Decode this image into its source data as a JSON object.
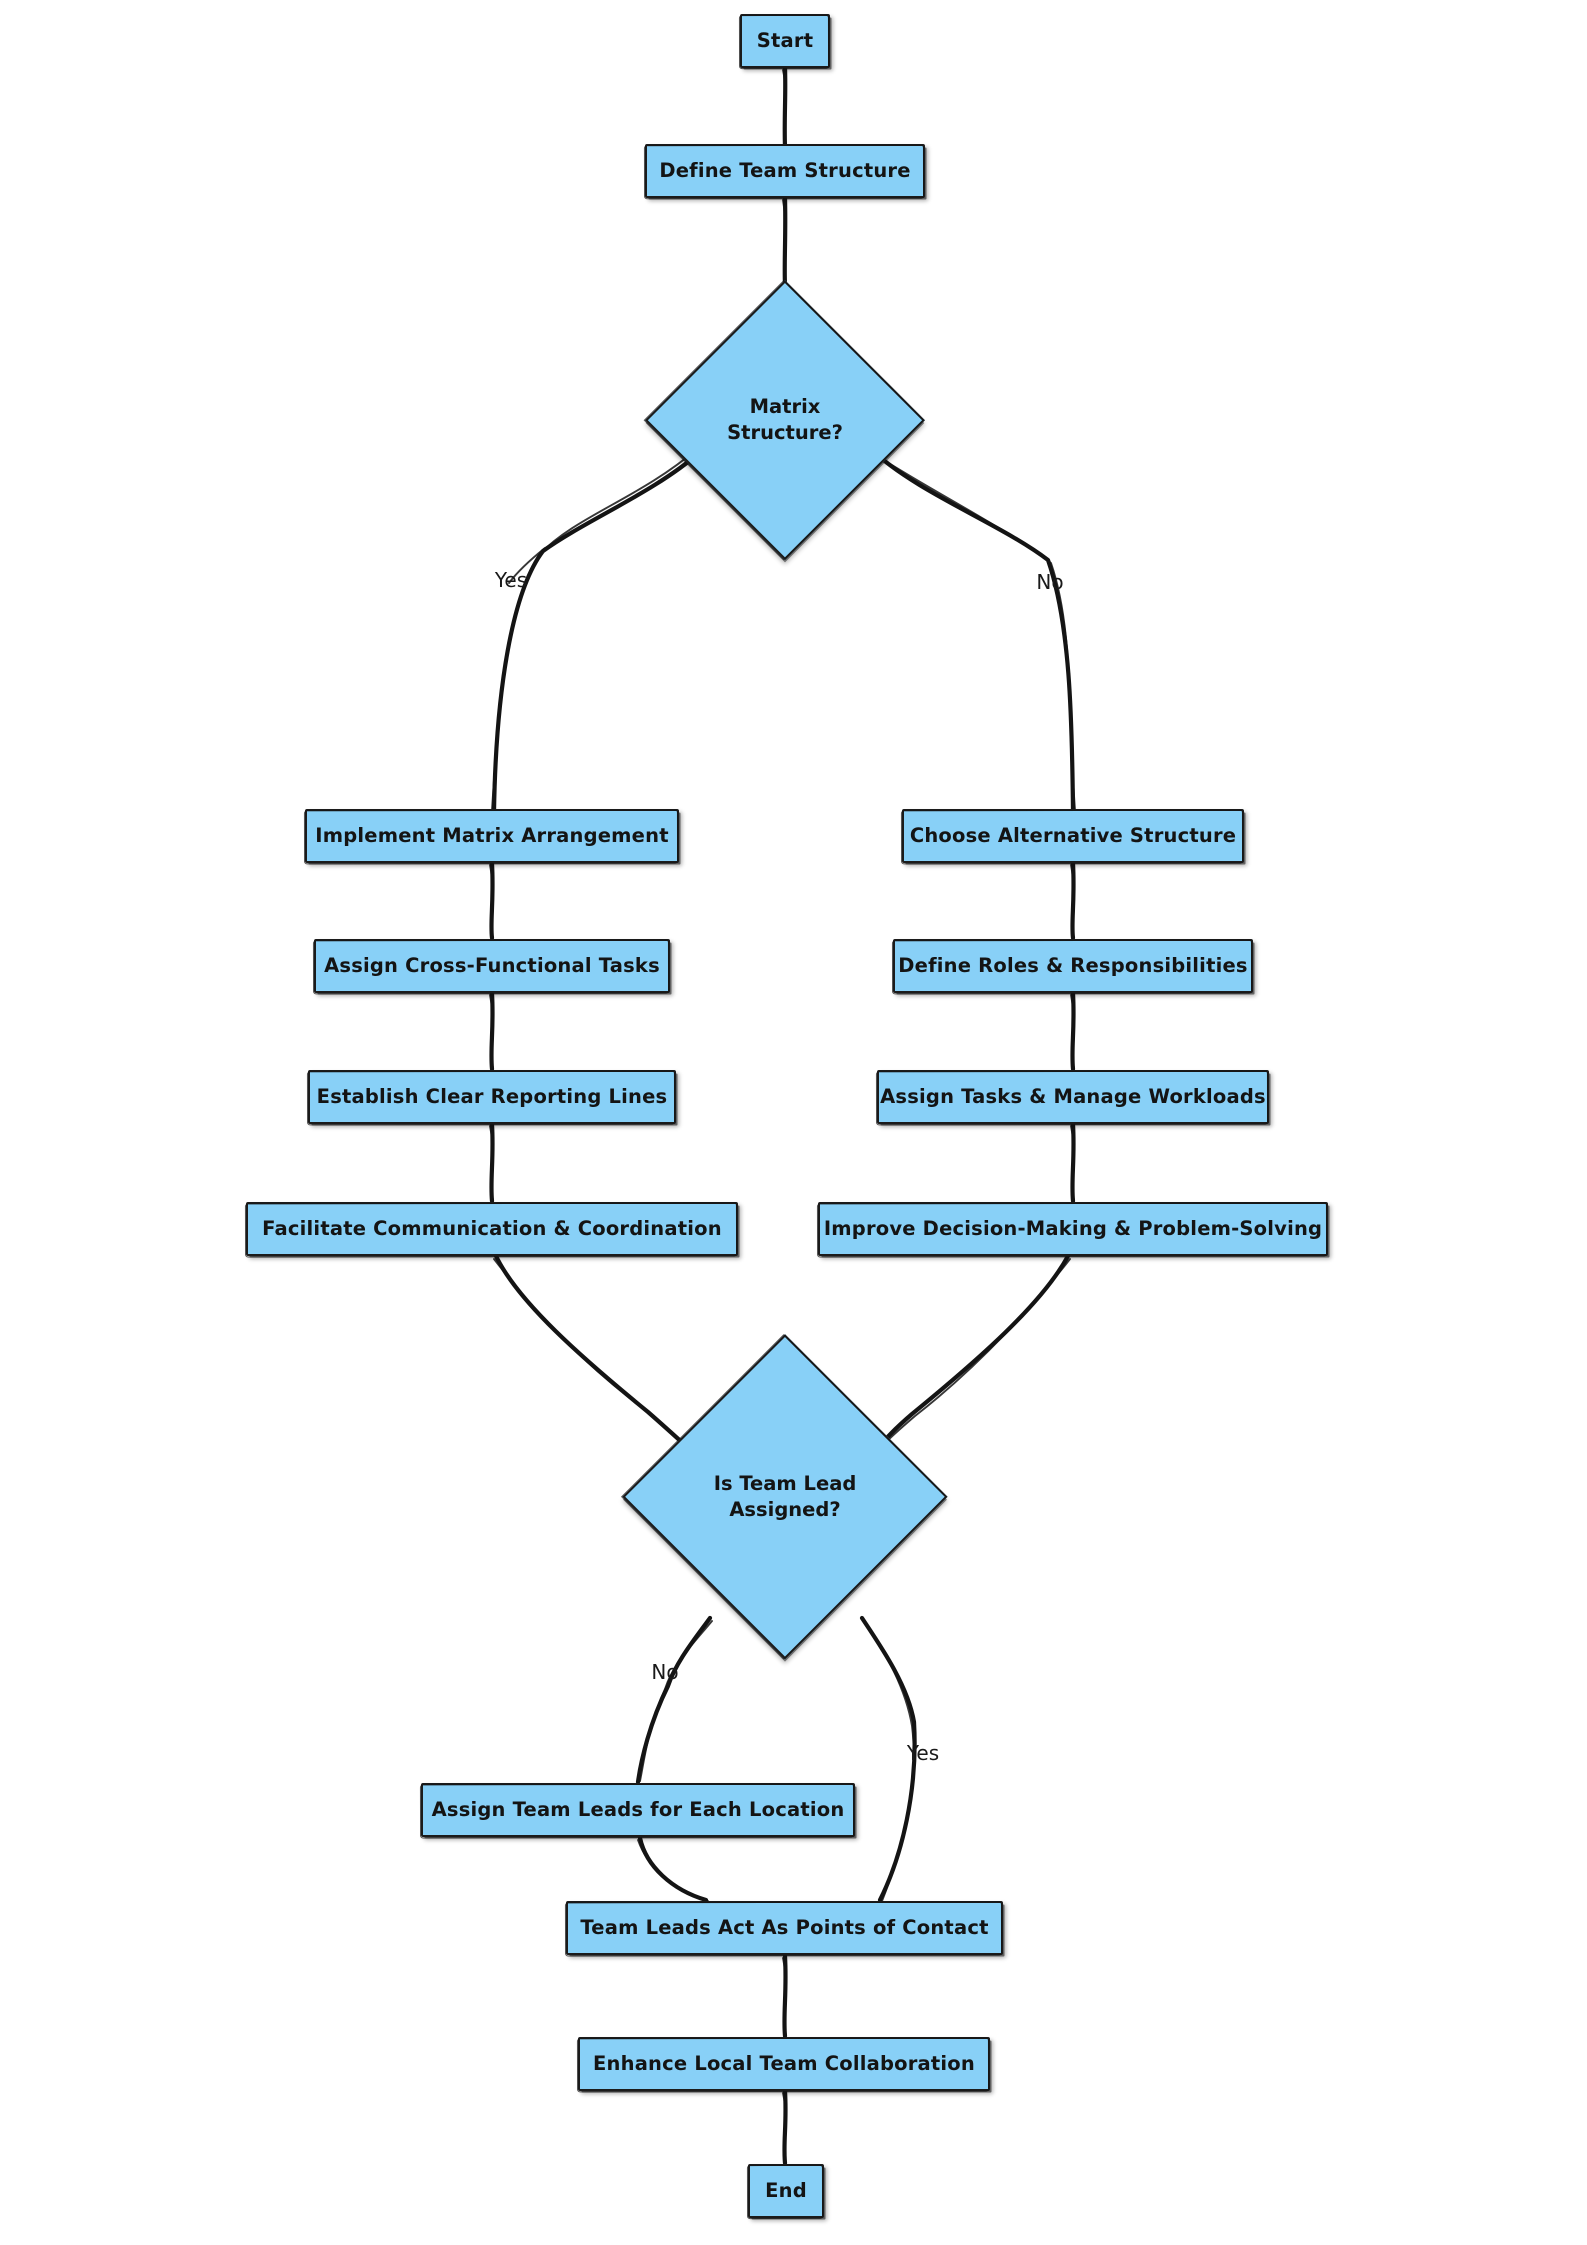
{
  "diagram": {
    "type": "flowchart",
    "orientation": "top-down",
    "style": "hand-drawn-sketch",
    "colors": {
      "node_fill": "#88D0F7",
      "node_stroke": "#1b1b1b",
      "edge_stroke": "#141414",
      "text": "#141414",
      "background": "#ffffff"
    },
    "nodes": [
      {
        "id": "start",
        "shape": "rect",
        "label": "Start"
      },
      {
        "id": "define_team",
        "shape": "rect",
        "label": "Define Team Structure"
      },
      {
        "id": "matrix_q",
        "shape": "diamond",
        "label": "Matrix\nStructure?"
      },
      {
        "id": "impl_matrix",
        "shape": "rect",
        "label": "Implement Matrix Arrangement"
      },
      {
        "id": "cross_tasks",
        "shape": "rect",
        "label": "Assign Cross-Functional Tasks"
      },
      {
        "id": "reporting",
        "shape": "rect",
        "label": "Establish Clear Reporting Lines"
      },
      {
        "id": "facilitate",
        "shape": "rect",
        "label": "Facilitate Communication & Coordination"
      },
      {
        "id": "choose_alt",
        "shape": "rect",
        "label": "Choose Alternative Structure"
      },
      {
        "id": "define_roles",
        "shape": "rect",
        "label": "Define Roles & Responsibilities"
      },
      {
        "id": "assign_tasks",
        "shape": "rect",
        "label": "Assign Tasks & Manage Workloads"
      },
      {
        "id": "improve_dec",
        "shape": "rect",
        "label": "Improve Decision-Making & Problem-Solving"
      },
      {
        "id": "lead_q",
        "shape": "diamond",
        "label": "Is Team Lead\nAssigned?"
      },
      {
        "id": "assign_leads",
        "shape": "rect",
        "label": "Assign Team Leads for Each Location"
      },
      {
        "id": "points_contact",
        "shape": "rect",
        "label": "Team Leads Act As Points of Contact"
      },
      {
        "id": "enhance_collab",
        "shape": "rect",
        "label": "Enhance Local Team Collaboration"
      },
      {
        "id": "end",
        "shape": "rect",
        "label": "End"
      }
    ],
    "edges": [
      {
        "from": "start",
        "to": "define_team",
        "label": ""
      },
      {
        "from": "define_team",
        "to": "matrix_q",
        "label": ""
      },
      {
        "from": "matrix_q",
        "to": "impl_matrix",
        "label": "Yes"
      },
      {
        "from": "matrix_q",
        "to": "choose_alt",
        "label": "No"
      },
      {
        "from": "impl_matrix",
        "to": "cross_tasks",
        "label": ""
      },
      {
        "from": "cross_tasks",
        "to": "reporting",
        "label": ""
      },
      {
        "from": "reporting",
        "to": "facilitate",
        "label": ""
      },
      {
        "from": "choose_alt",
        "to": "define_roles",
        "label": ""
      },
      {
        "from": "define_roles",
        "to": "assign_tasks",
        "label": ""
      },
      {
        "from": "assign_tasks",
        "to": "improve_dec",
        "label": ""
      },
      {
        "from": "facilitate",
        "to": "lead_q",
        "label": ""
      },
      {
        "from": "improve_dec",
        "to": "lead_q",
        "label": ""
      },
      {
        "from": "lead_q",
        "to": "assign_leads",
        "label": "No"
      },
      {
        "from": "lead_q",
        "to": "points_contact",
        "label": "Yes"
      },
      {
        "from": "assign_leads",
        "to": "points_contact",
        "label": ""
      },
      {
        "from": "points_contact",
        "to": "enhance_collab",
        "label": ""
      },
      {
        "from": "enhance_collab",
        "to": "end",
        "label": ""
      }
    ],
    "edge_labels": [
      {
        "id": "yes1",
        "text": "Yes"
      },
      {
        "id": "no1",
        "text": "No"
      },
      {
        "id": "no2",
        "text": "No"
      },
      {
        "id": "yes2",
        "text": "Yes"
      }
    ]
  }
}
